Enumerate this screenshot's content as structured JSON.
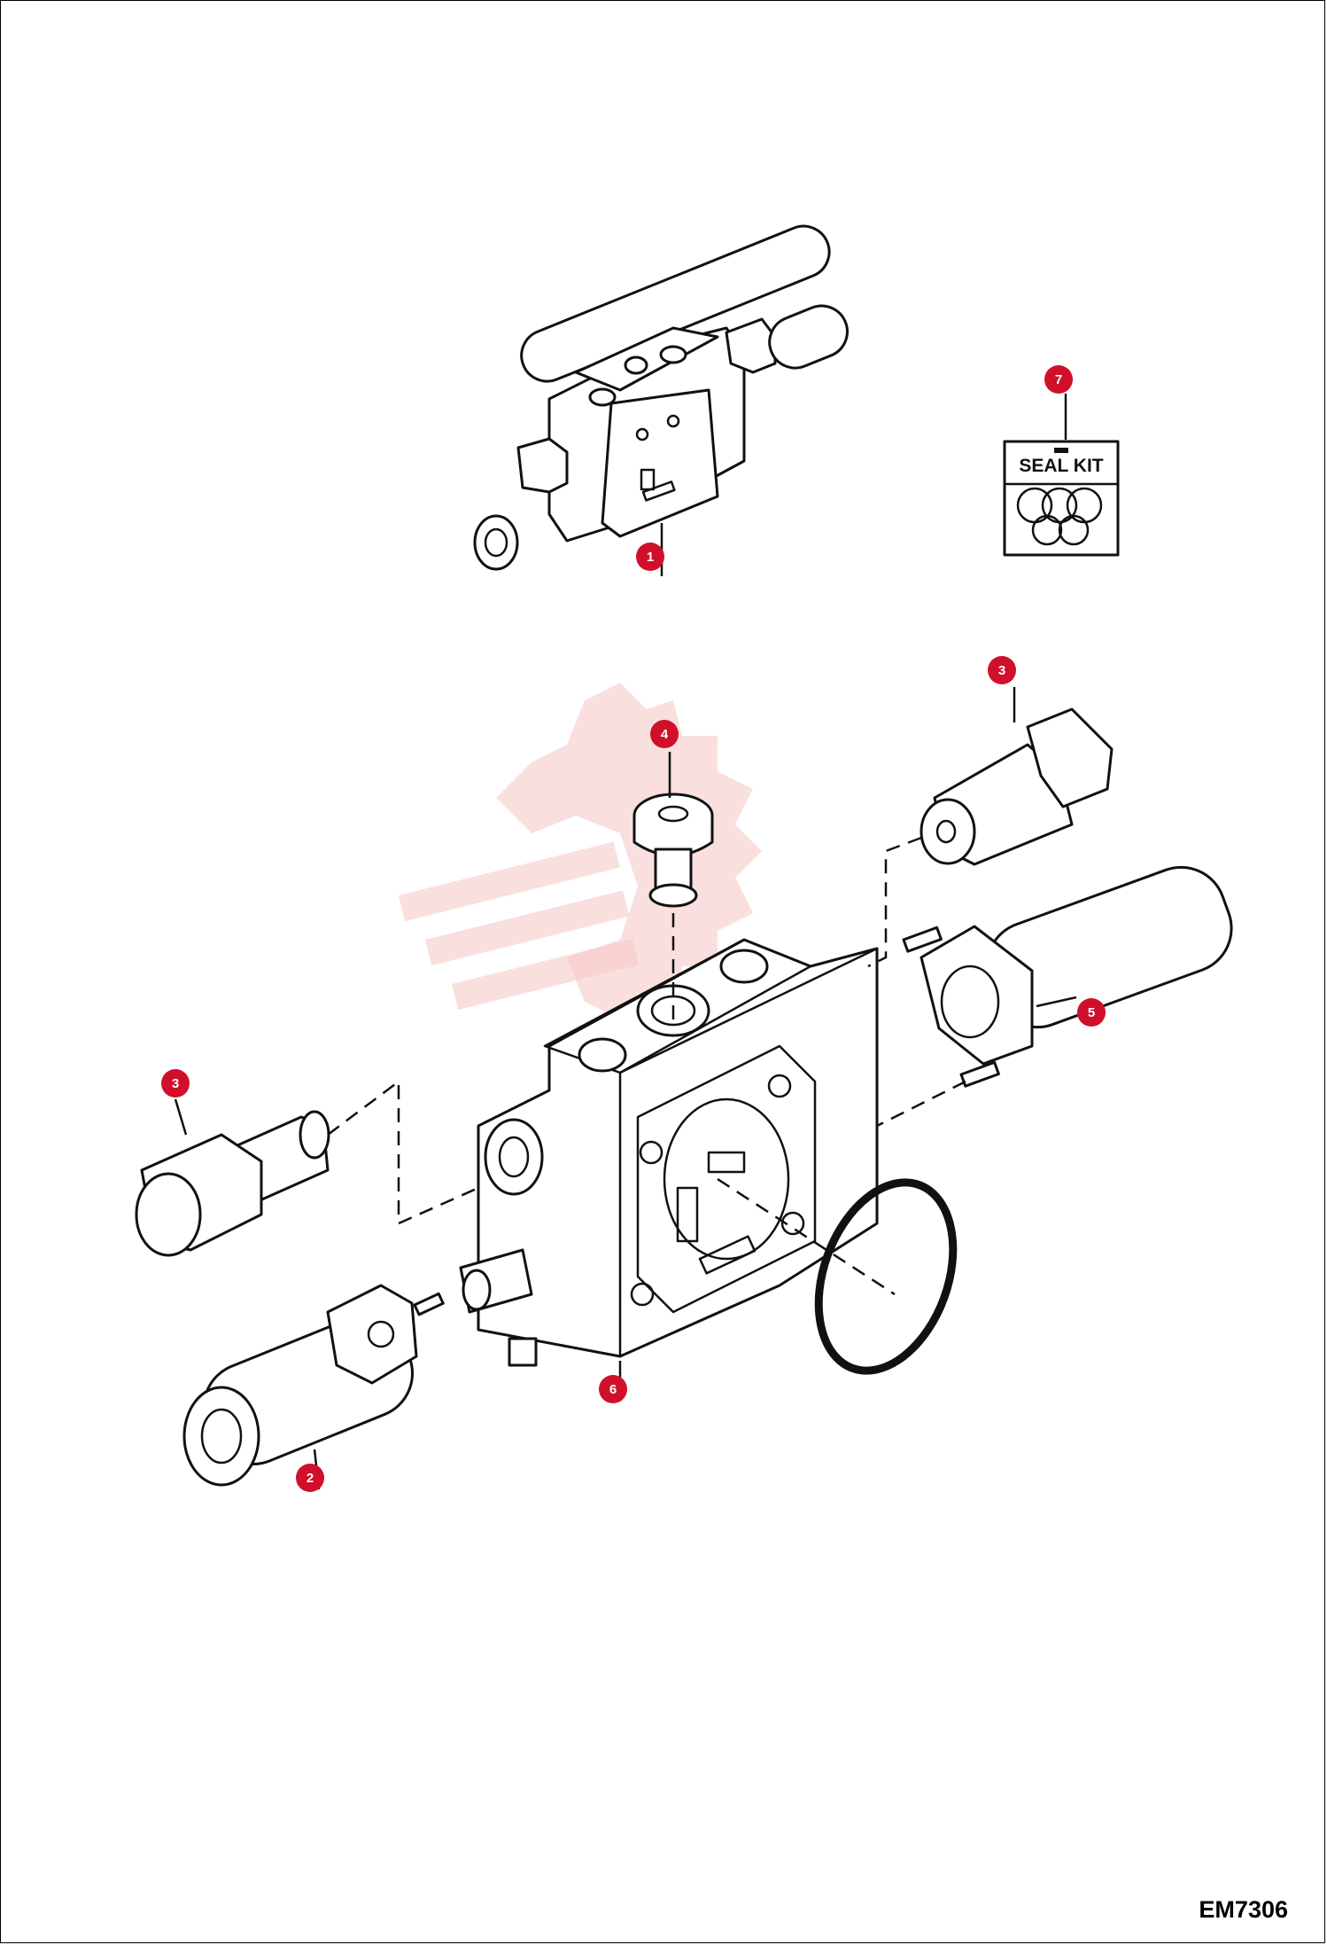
{
  "seal_kit_label": "SEAL KIT",
  "drawing_code": "EM7306",
  "callouts": [
    {
      "id": "callout-1",
      "label": "1"
    },
    {
      "id": "callout-2",
      "label": "2"
    },
    {
      "id": "callout-3a",
      "label": "3"
    },
    {
      "id": "callout-3b",
      "label": "3"
    },
    {
      "id": "callout-4",
      "label": "4"
    },
    {
      "id": "callout-5",
      "label": "5"
    },
    {
      "id": "callout-6",
      "label": "6"
    },
    {
      "id": "callout-7",
      "label": "7"
    }
  ],
  "colors": {
    "callout": "#d0102a",
    "line": "#111111",
    "watermark": "#f5c4c4"
  }
}
